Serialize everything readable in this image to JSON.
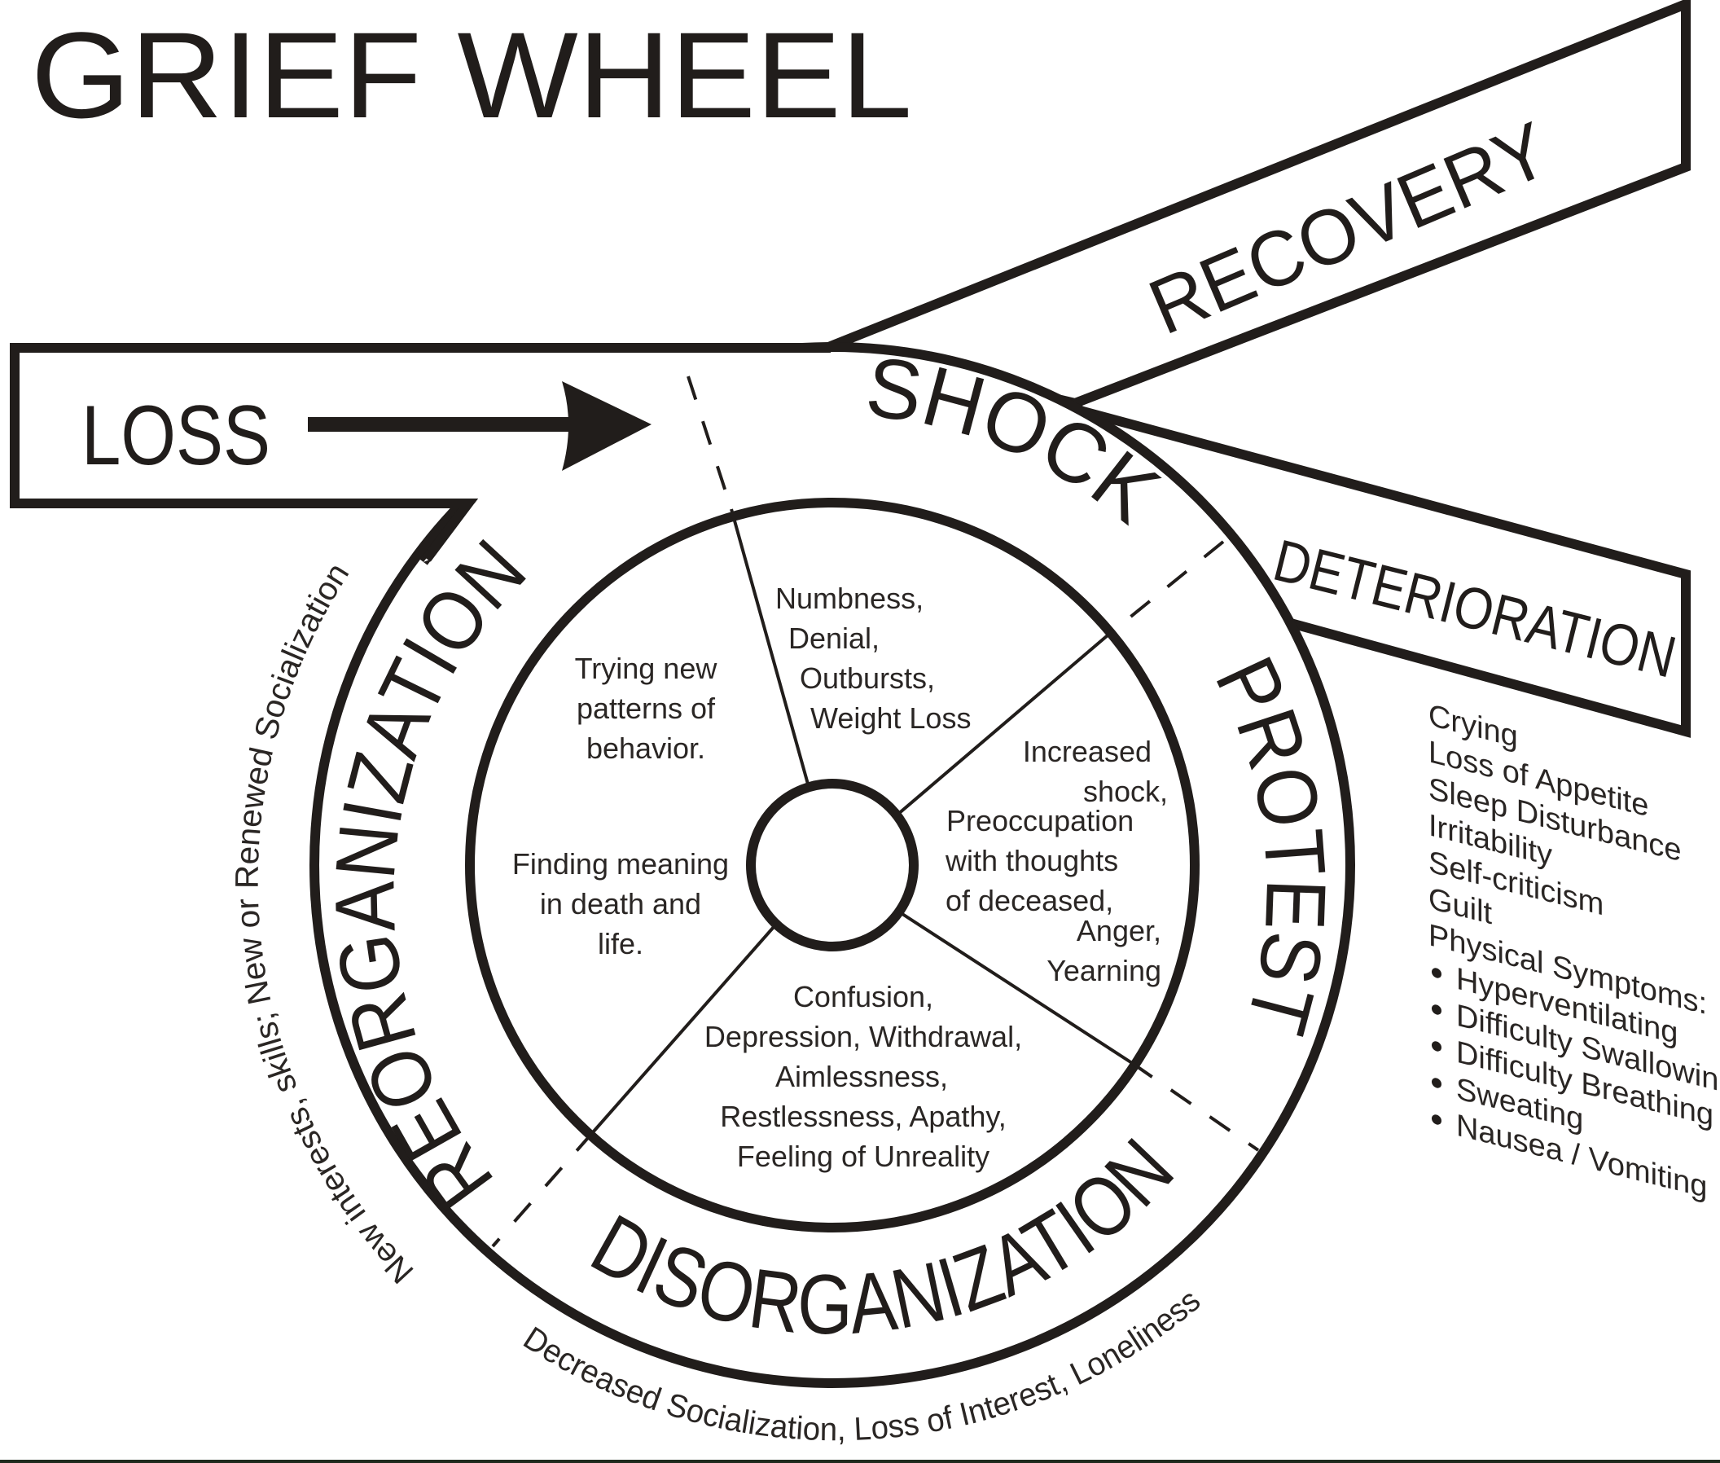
{
  "title": "GRIEF WHEEL",
  "entry": {
    "label": "LOSS",
    "arrow": "right-arrow-icon"
  },
  "outcomes": {
    "recovery": "RECOVERY",
    "deterioration": "DETERIORATION"
  },
  "stages": {
    "shock": "SHOCK",
    "protest": "PROTEST",
    "disorganization": "DISORGANIZATION",
    "reorganization": "REORGANIZATION"
  },
  "inner": {
    "shock": [
      "Numbness,",
      "Denial,",
      "Outbursts,",
      "Weight Loss"
    ],
    "protest_a": [
      "Increased",
      "shock,"
    ],
    "protest_b": [
      "Preoccupation",
      "with thoughts",
      "of deceased,"
    ],
    "protest_c": [
      "Anger,",
      "Yearning"
    ],
    "disorganization": [
      "Confusion,",
      "Depression, Withdrawal,",
      "Aimlessness,",
      "Restlessness, Apathy,",
      "Feeling of Unreality"
    ],
    "reorganization_a": [
      "Trying new",
      "patterns of",
      "behavior."
    ],
    "reorganization_b": [
      "Finding meaning",
      "in death and",
      "life."
    ]
  },
  "outer_notes": {
    "reorganization": "New interests, skills; New or Renewed Socialization",
    "disorganization": "Decreased Socialization, Loss of Interest, Loneliness"
  },
  "deterioration_symptoms": {
    "items": [
      "Crying",
      "Loss of Appetite",
      "Sleep Disturbance",
      "Irritability",
      "Self-criticism",
      "Guilt",
      "Physical Symptoms:"
    ],
    "physical": [
      "Hyperventilating",
      "Difficulty Swallowing",
      "Difficulty Breathing",
      "Sweating",
      "Nausea / Vomiting"
    ]
  },
  "colors": {
    "ink": "#211d1b",
    "paper": "#ffffff"
  }
}
